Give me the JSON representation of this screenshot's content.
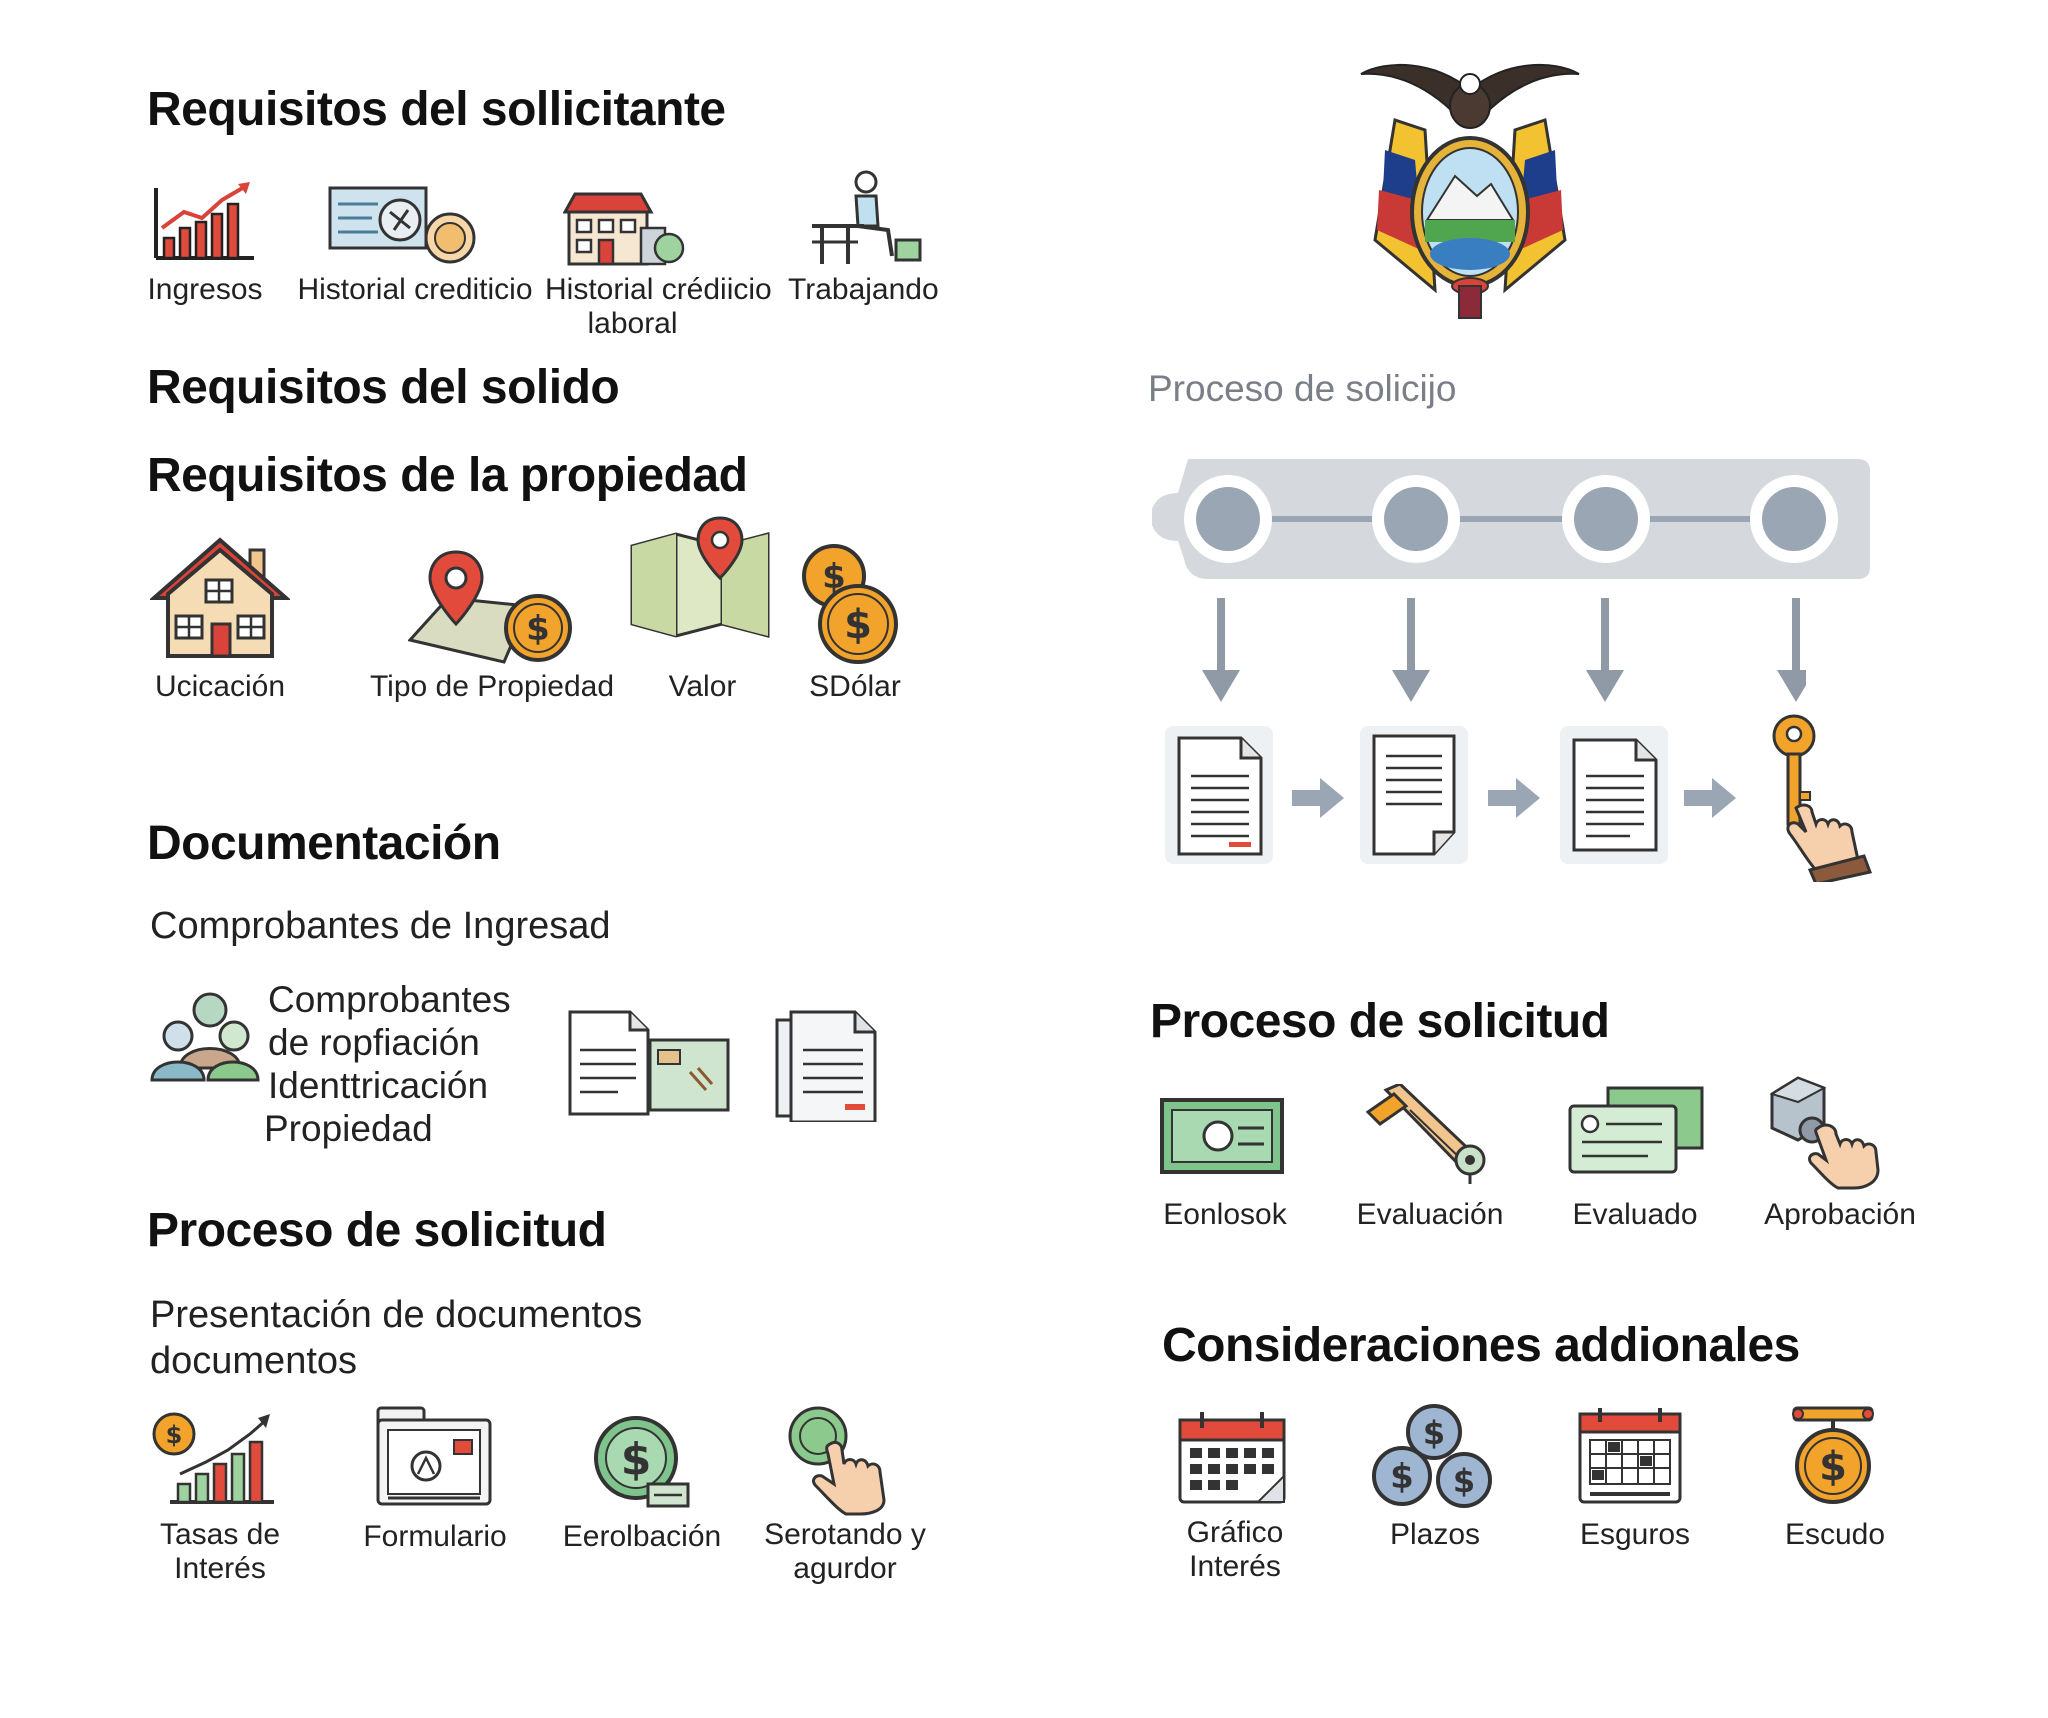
{
  "left": {
    "applicant": {
      "title": "Requisitos del sollicitante",
      "items": [
        {
          "label": "Ingresos",
          "icon": "income-chart-icon"
        },
        {
          "label": "Historial crediticio",
          "icon": "credit-history-icon"
        },
        {
          "label": "Historial crédiicio\nlaboral",
          "icon": "employment-building-icon"
        },
        {
          "label": "Trabajando",
          "icon": "worker-icon"
        }
      ]
    },
    "solid_title": "Requisitos del solido",
    "property": {
      "title": "Requisitos de la propiedad",
      "items": [
        {
          "label": "Ucicación",
          "icon": "house-icon"
        },
        {
          "label": "Tipo de Propiedad",
          "icon": "map-pin-coin-icon"
        },
        {
          "label": "Valor",
          "icon": "map-icon"
        },
        {
          "label": "SDólar",
          "icon": "coins-icon"
        }
      ]
    },
    "documentation": {
      "title": "Documentación",
      "subtitle": "Comprobantes de Ingresad",
      "list": [
        "Comprobantes",
        "de ropfiación",
        "Identtricación",
        "Propiedad"
      ]
    },
    "application": {
      "title": "Proceso de solicitud",
      "subtitle_lines": [
        "Presentación de documentos",
        "documentos"
      ],
      "items": [
        {
          "label": "Tasas de\nInterés",
          "icon": "interest-chart-icon"
        },
        {
          "label": "Formulario",
          "icon": "form-icon"
        },
        {
          "label": "Eerolbación",
          "icon": "dollar-coin-icon"
        },
        {
          "label": "Serotando y\nagurdor",
          "icon": "hand-coin-icon"
        }
      ]
    }
  },
  "right": {
    "emblem": "coat-of-arms-icon",
    "process_title": "Proceso de solicijo",
    "steps_count": 4,
    "application": {
      "title": "Proceso de solicitud",
      "items": [
        {
          "label": "Eonlosok",
          "icon": "banknote-icon"
        },
        {
          "label": "Evaluación",
          "icon": "pen-icon"
        },
        {
          "label": "Evaluado",
          "icon": "cards-icon"
        },
        {
          "label": "Aprobación",
          "icon": "hand-stamp-icon"
        }
      ]
    },
    "additional": {
      "title": "Consideraciones addionales",
      "items": [
        {
          "label": "Gráfico\nInterés",
          "icon": "calendar-icon"
        },
        {
          "label": "Plazos",
          "icon": "dollar-coins-icon"
        },
        {
          "label": "Esguros",
          "icon": "calendar-grid-icon"
        },
        {
          "label": "Escudo",
          "icon": "hanging-coin-icon"
        }
      ]
    }
  },
  "colors": {
    "red": "#d9433a",
    "orange": "#f2a32c",
    "green": "#8cc98c",
    "blue_gray": "#9aa6b4",
    "track": "#d5d9de"
  }
}
